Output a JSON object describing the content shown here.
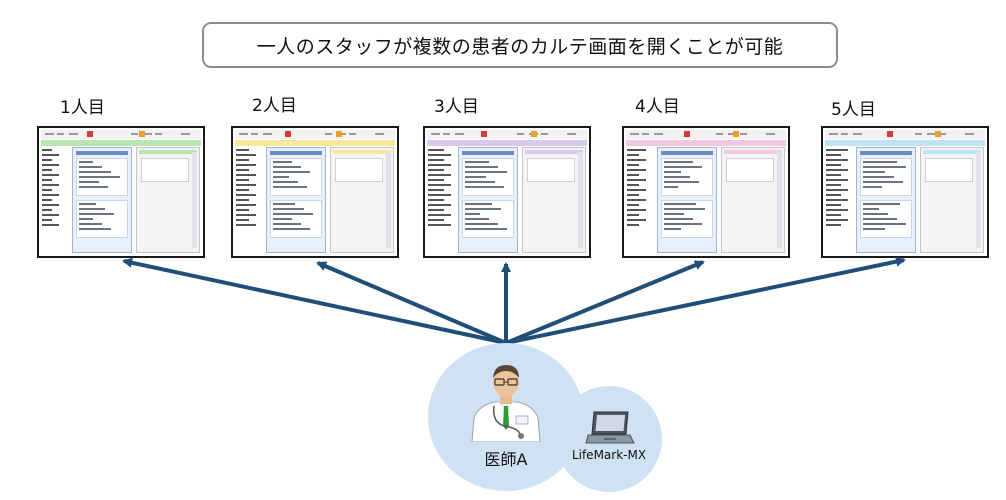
{
  "title": "一人のスタッフが複数の患者のカルテ画面を開くことが可能",
  "screens": [
    {
      "label": "1人目",
      "accent": "#b9e5b0"
    },
    {
      "label": "2人目",
      "accent": "#f7e79a"
    },
    {
      "label": "3人目",
      "accent": "#d9c9ef"
    },
    {
      "label": "4人目",
      "accent": "#f3c7e0"
    },
    {
      "label": "5人目",
      "accent": "#bfe3f2"
    }
  ],
  "doctor": {
    "label": "医師A"
  },
  "device": {
    "label": "LifeMark-MX"
  },
  "colors": {
    "arrow": "#1f4e79",
    "circle": "#cfe2f4",
    "title_border": "#8c8c8c"
  }
}
